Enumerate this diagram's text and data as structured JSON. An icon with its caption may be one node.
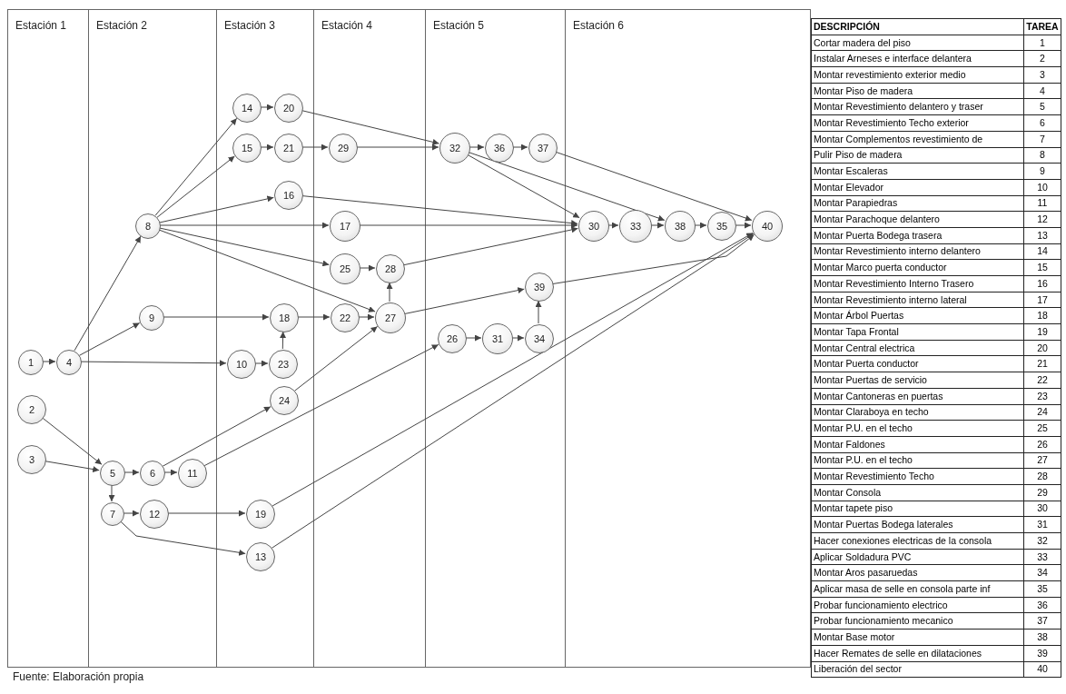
{
  "diagram": {
    "nodes": [
      {
        "text": [
          "Estación 1"
        ]
      },
      {
        "text": [
          "Estación 2"
        ]
      },
      {
        "text": [
          "Estación 3"
        ]
      },
      {
        "text": [
          "Estación 4"
        ]
      },
      {
        "text": [
          "Estación 5"
        ]
      },
      {
        "text": [
          "Estación 6"
        ]
      },
      {
        "text": [
          "1"
        ],
        "in": 0
      },
      {
        "text": [
          "2"
        ],
        "in": 0
      },
      {
        "text": [
          "3"
        ],
        "in": 0
      },
      {
        "text": [
          "4"
        ],
        "in": 0
      },
      {
        "text": [
          "5"
        ],
        "in": 1
      },
      {
        "text": [
          "6"
        ],
        "in": 1
      },
      {
        "text": [
          "7"
        ],
        "in": 1
      },
      {
        "text": [
          "8"
        ],
        "in": 1
      },
      {
        "text": [
          "9"
        ],
        "in": 1
      },
      {
        "text": [
          "10"
        ],
        "in": 2
      },
      {
        "text": [
          "11"
        ],
        "in": 1
      },
      {
        "text": [
          "12"
        ],
        "in": 1
      },
      {
        "text": [
          "13"
        ],
        "in": 2
      },
      {
        "text": [
          "14"
        ],
        "in": 2
      },
      {
        "text": [
          "15"
        ],
        "in": 2
      },
      {
        "text": [
          "16"
        ],
        "in": 2
      },
      {
        "text": [
          "17"
        ],
        "in": 3
      },
      {
        "text": [
          "18"
        ],
        "in": 2
      },
      {
        "text": [
          "19"
        ],
        "in": 2
      },
      {
        "text": [
          "20"
        ],
        "in": 2
      },
      {
        "text": [
          "21"
        ],
        "in": 2
      },
      {
        "text": [
          "22"
        ],
        "in": 3
      },
      {
        "text": [
          "23"
        ],
        "in": 2
      },
      {
        "text": [
          "24"
        ],
        "in": 2
      },
      {
        "text": [
          "25"
        ],
        "in": 3
      },
      {
        "text": [
          "26"
        ],
        "in": 4
      },
      {
        "text": [
          "27"
        ],
        "in": 3
      },
      {
        "text": [
          "28"
        ],
        "in": 3
      },
      {
        "text": [
          "29"
        ],
        "in": 3
      },
      {
        "text": [
          "30"
        ],
        "in": 5
      },
      {
        "text": [
          "31"
        ],
        "in": 4
      },
      {
        "text": [
          "32"
        ],
        "in": 4
      },
      {
        "text": [
          "33"
        ],
        "in": 5
      },
      {
        "text": [
          "34"
        ],
        "in": 4
      },
      {
        "text": [
          "35"
        ],
        "in": 5
      },
      {
        "text": [
          "36"
        ],
        "in": 4
      },
      {
        "text": [
          "37"
        ],
        "in": 4
      },
      {
        "text": [
          "38"
        ],
        "in": 5
      },
      {
        "text": [
          "39"
        ],
        "in": 4
      },
      {
        "text": [
          "40"
        ],
        "in": 5
      }
    ],
    "edges": [
      {
        "from": 6,
        "to": 9,
        "arrow": "to"
      },
      {
        "from": 9,
        "to": 13,
        "arrow": "to"
      },
      {
        "from": 9,
        "to": 14,
        "arrow": "to"
      },
      {
        "from": 9,
        "to": 15,
        "arrow": "to"
      },
      {
        "from": 13,
        "to": 19,
        "arrow": "to"
      },
      {
        "from": 13,
        "to": 20,
        "arrow": "to"
      },
      {
        "from": 13,
        "to": 21,
        "arrow": "to"
      },
      {
        "from": 13,
        "to": 22,
        "arrow": "to"
      },
      {
        "from": 13,
        "to": 30,
        "arrow": "to"
      },
      {
        "from": 13,
        "to": 32,
        "arrow": "to"
      },
      {
        "from": 19,
        "to": 25,
        "arrow": "to"
      },
      {
        "from": 20,
        "to": 26,
        "arrow": "to"
      },
      {
        "from": 26,
        "to": 34,
        "arrow": "to"
      },
      {
        "from": 25,
        "to": 37,
        "arrow": "to"
      },
      {
        "from": 34,
        "to": 37,
        "arrow": "to"
      },
      {
        "from": 37,
        "to": 41,
        "arrow": "to"
      },
      {
        "from": 41,
        "to": 42,
        "arrow": "to"
      },
      {
        "from": 37,
        "to": 35,
        "arrow": "to"
      },
      {
        "from": 37,
        "to": 43,
        "arrow": "to"
      },
      {
        "from": 21,
        "to": 35,
        "arrow": "to"
      },
      {
        "from": 22,
        "to": 35,
        "arrow": "to"
      },
      {
        "from": 33,
        "to": 35,
        "arrow": "to"
      },
      {
        "from": 30,
        "to": 33,
        "arrow": "to"
      },
      {
        "from": 32,
        "to": 33,
        "arrow": "to"
      },
      {
        "from": 14,
        "to": 23,
        "arrow": "to"
      },
      {
        "from": 15,
        "to": 28,
        "arrow": "to"
      },
      {
        "from": 28,
        "to": 23,
        "arrow": "to"
      },
      {
        "from": 23,
        "to": 27,
        "arrow": "to"
      },
      {
        "from": 27,
        "to": 32,
        "arrow": "to"
      },
      {
        "from": 29,
        "to": 32,
        "arrow": "to"
      },
      {
        "from": 32,
        "to": 44,
        "arrow": "to"
      },
      {
        "from": 39,
        "to": 44,
        "arrow": "to"
      },
      {
        "from": 31,
        "to": 36,
        "arrow": "to"
      },
      {
        "from": 36,
        "to": 39,
        "arrow": "to"
      },
      {
        "from": 44,
        "to": 45,
        "arrow": "to"
      },
      {
        "from": 42,
        "to": 45,
        "arrow": "to"
      },
      {
        "from": 35,
        "to": 38,
        "arrow": "to"
      },
      {
        "from": 38,
        "to": 43,
        "arrow": "to"
      },
      {
        "from": 43,
        "to": 40,
        "arrow": "to"
      },
      {
        "from": 40,
        "to": 45,
        "arrow": "to"
      },
      {
        "from": 7,
        "to": 10,
        "arrow": "to"
      },
      {
        "from": 8,
        "to": 10,
        "arrow": "to"
      },
      {
        "from": 10,
        "to": 11,
        "arrow": "to"
      },
      {
        "from": 10,
        "to": 12,
        "arrow": "to"
      },
      {
        "from": 11,
        "to": 16,
        "arrow": "to"
      },
      {
        "from": 11,
        "to": 29,
        "arrow": "to"
      },
      {
        "from": 16,
        "to": 31,
        "arrow": "to"
      },
      {
        "from": 12,
        "to": 17,
        "arrow": "to"
      },
      {
        "from": 17,
        "to": 24,
        "arrow": "to"
      },
      {
        "from": 12,
        "to": 18,
        "arrow": "to"
      },
      {
        "from": 24,
        "to": 45,
        "arrow": "to"
      },
      {
        "from": 18,
        "to": 45,
        "arrow": "to"
      }
    ],
    "labels": [
      "DESCRIPCIÓN",
      "TAREA",
      "Cortar madera del piso",
      "1",
      "Instalar Arneses e interface delantera",
      "2",
      "Montar revestimiento exterior medio",
      "3",
      "Montar Piso de madera",
      "4",
      "Montar Revestimiento delantero y traser",
      "5",
      "Montar Revestimiento Techo exterior",
      "6",
      "Montar Complementos revestimiento de",
      "7",
      "Pulir Piso de madera",
      "8",
      "Montar Escaleras",
      "9",
      "Montar Elevador",
      "10",
      "Montar Parapiedras",
      "11",
      "Montar Parachoque delantero",
      "12",
      "Montar Puerta Bodega trasera",
      "13",
      "Montar Revestimiento interno delantero",
      "14",
      "Montar Marco puerta conductor",
      "15",
      "Montar Revestimiento Interno Trasero",
      "16",
      "Montar Revestimiento interno lateral",
      "17",
      "Montar Árbol Puertas",
      "18",
      "Montar Tapa Frontal",
      "19",
      "Montar Central electrica",
      "20",
      "Montar Puerta conductor",
      "21",
      "Montar Puertas de servicio",
      "22",
      "Montar Cantoneras en puertas",
      "23",
      "Montar Claraboya en techo",
      "24",
      "Montar P.U. en el techo",
      "25",
      "Montar Faldones",
      "26",
      "Montar P.U. en el techo",
      "27",
      "Montar Revestimiento Techo",
      "28",
      "Montar Consola",
      "29",
      "Montar tapete piso",
      "30",
      "Montar Puertas Bodega laterales",
      "31",
      "Hacer conexiones electricas de la consola",
      "32",
      "Aplicar Soldadura PVC",
      "33",
      "Montar Aros pasaruedas",
      "34",
      "Aplicar masa de selle en consola parte inf",
      "35",
      "Probar funcionamiento electrico",
      "36",
      "Probar funcionamiento mecanico",
      "37",
      "Montar Base motor",
      "38",
      "Hacer Remates de selle en dilataciones",
      "39",
      "Liberación del sector",
      "40",
      "Fuente: Elaboración propia"
    ]
  }
}
